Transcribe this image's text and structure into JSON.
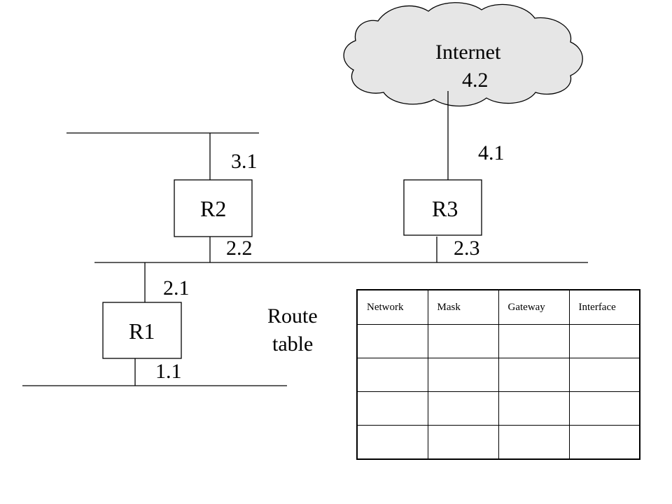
{
  "internet": {
    "label": "Internet",
    "address": "4.2"
  },
  "routers": {
    "r1": {
      "name": "R1",
      "top_addr": "2.1",
      "bottom_addr": "1.1"
    },
    "r2": {
      "name": "R2",
      "top_addr": "3.1",
      "bottom_addr": "2.2"
    },
    "r3": {
      "name": "R3",
      "top_addr": "4.1",
      "bottom_addr": "2.3"
    }
  },
  "route_table": {
    "title_line1": "Route",
    "title_line2": "table",
    "columns": [
      "Network",
      "Mask",
      "Gateway",
      "Interface"
    ],
    "rows": [
      [
        "",
        "",
        "",
        ""
      ],
      [
        "",
        "",
        "",
        ""
      ],
      [
        "",
        "",
        "",
        ""
      ],
      [
        "",
        "",
        "",
        ""
      ]
    ]
  },
  "colors": {
    "line": "#000000",
    "cloud_fill": "#e6e6e6",
    "background": "#ffffff"
  }
}
